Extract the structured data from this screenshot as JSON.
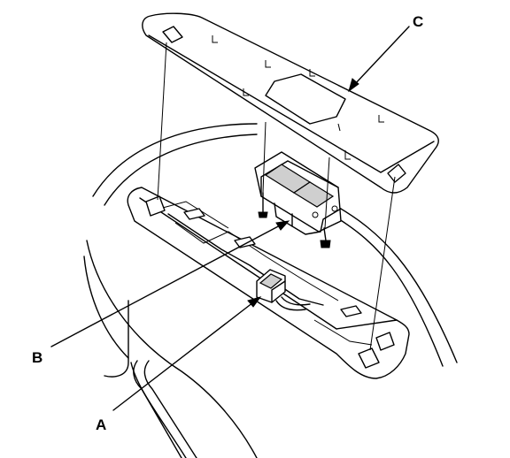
{
  "callouts": {
    "a": "A",
    "b": "B",
    "c": "C"
  },
  "colors": {
    "ink": "#000000",
    "paper": "#ffffff",
    "shade": "#cfcfcf"
  }
}
